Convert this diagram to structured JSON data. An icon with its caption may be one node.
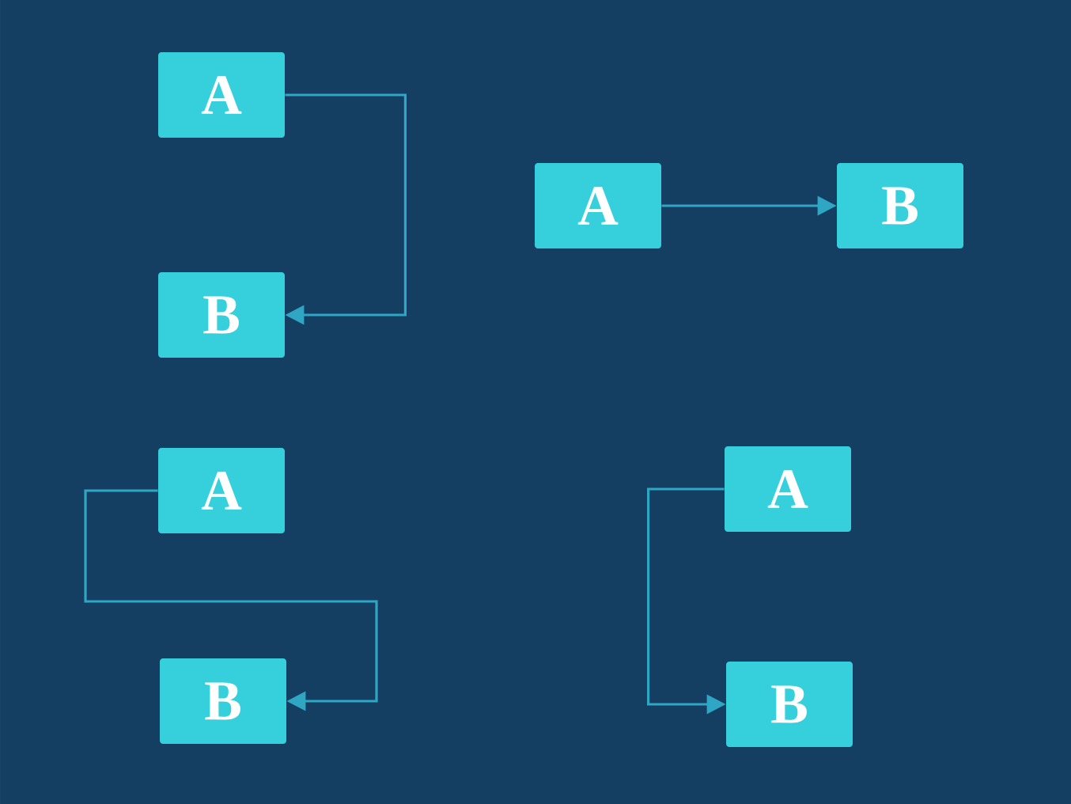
{
  "diagram": {
    "nodes": [
      {
        "text": [
          "A"
        ]
      },
      {
        "text": [
          "A"
        ]
      },
      {
        "text": [
          "B"
        ]
      },
      {
        "text": [
          "B"
        ]
      },
      {
        "text": [
          "A"
        ]
      },
      {
        "text": [
          "A"
        ]
      },
      {
        "text": [
          "B"
        ]
      },
      {
        "text": [
          "B"
        ]
      }
    ],
    "edges": [
      {
        "from": 0,
        "to": 3,
        "arrow": "to"
      },
      {
        "from": 1,
        "to": 2,
        "arrow": "to"
      },
      {
        "from": 4,
        "to": 6,
        "arrow": "to"
      },
      {
        "from": 5,
        "to": 7,
        "arrow": "to"
      }
    ]
  }
}
